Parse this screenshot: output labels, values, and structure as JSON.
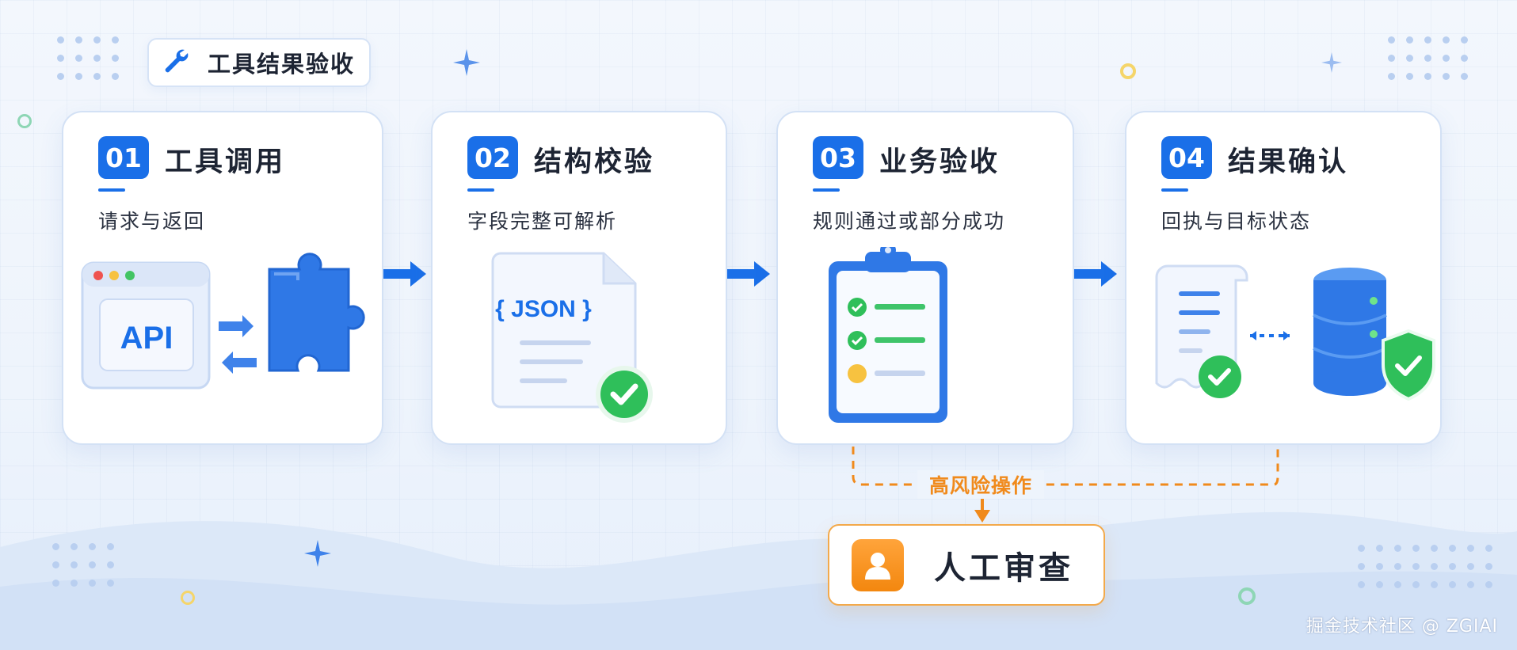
{
  "header": {
    "title": "工具结果验收",
    "icon": "wrench-icon"
  },
  "steps": [
    {
      "number": "01",
      "title": "工具调用",
      "subtitle": "请求与返回",
      "illustration": "api-window-puzzle",
      "api_label": "API"
    },
    {
      "number": "02",
      "title": "结构校验",
      "subtitle": "字段完整可解析",
      "illustration": "json-document-check",
      "json_label": "{ JSON }"
    },
    {
      "number": "03",
      "title": "业务验收",
      "subtitle": "规则通过或部分成功",
      "illustration": "clipboard-checklist"
    },
    {
      "number": "04",
      "title": "结果确认",
      "subtitle": "回执与目标状态",
      "illustration": "receipt-database-shield"
    }
  ],
  "risk": {
    "label": "高风险操作",
    "color": "#f08a1c"
  },
  "review": {
    "label": "人工审查",
    "icon": "person-icon"
  },
  "watermark": "掘金技术社区 @ ZGIAI",
  "colors": {
    "accent": "#1a6fe8",
    "success": "#2fbf5a",
    "warning": "#f08a1c",
    "card_border": "#d3e1f5"
  }
}
